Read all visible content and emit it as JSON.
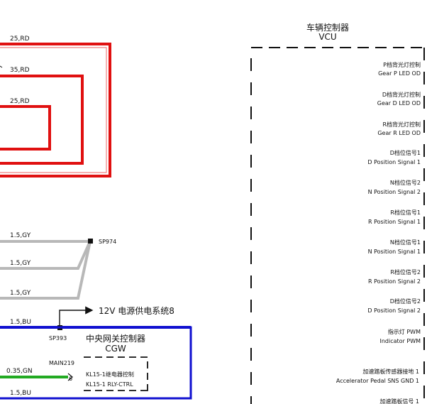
{
  "colors": {
    "red_wire": "#e01010",
    "gray_wire": "#b8b8b8",
    "green_wire": "#22aa22",
    "blue_wire": "#1010d0",
    "black": "#111111"
  },
  "wires": {
    "red": [
      "25,RD",
      "35,RD",
      "25,RD"
    ],
    "gray": [
      "1.5,GY",
      "1.5,GY",
      "1.5,GY"
    ],
    "blue_top": "1.5,BU",
    "green": "0.35,GN",
    "blue_bottom": "1.5,BU"
  },
  "splices": {
    "sp974": "SP974",
    "sp393": "SP393"
  },
  "power_label": "12V 电源供电系统8",
  "cgw": {
    "title_cn": "中央网关控制器",
    "title_en": "CGW",
    "connector": "MAIN219",
    "pin": "6",
    "pin_label_1": "KL15-1继电器控制",
    "pin_label_2": "KL15-1 RLY-CTRL"
  },
  "vcu": {
    "title_cn": "车辆控制器",
    "title_en": "VCU",
    "pins": [
      {
        "cn": "P档背光灯控制",
        "en": "Gear P LED OD"
      },
      {
        "cn": "D档背光灯控制",
        "en": "Gear D LED OD"
      },
      {
        "cn": "R档背光灯控制",
        "en": "Gear R LED OD"
      },
      {
        "cn": "D档位信号1",
        "en": "D Position Signal 1"
      },
      {
        "cn": "N档位信号2",
        "en": "N Position Signal 2"
      },
      {
        "cn": "R档位信号1",
        "en": "R Position Signal 1"
      },
      {
        "cn": "N档位信号1",
        "en": "N Position Signal 1"
      },
      {
        "cn": "R档位信号2",
        "en": "R Position Signal 2"
      },
      {
        "cn": "D档位信号2",
        "en": "D Position Signal 2"
      },
      {
        "cn": "指示灯 PWM",
        "en": "Indicator PWM"
      },
      {
        "cn": "加速踏板传感器接地 1",
        "en": "Accelerator Pedal SNS GND 1"
      },
      {
        "cn": "加速踏板信号 1",
        "en": ""
      }
    ]
  }
}
